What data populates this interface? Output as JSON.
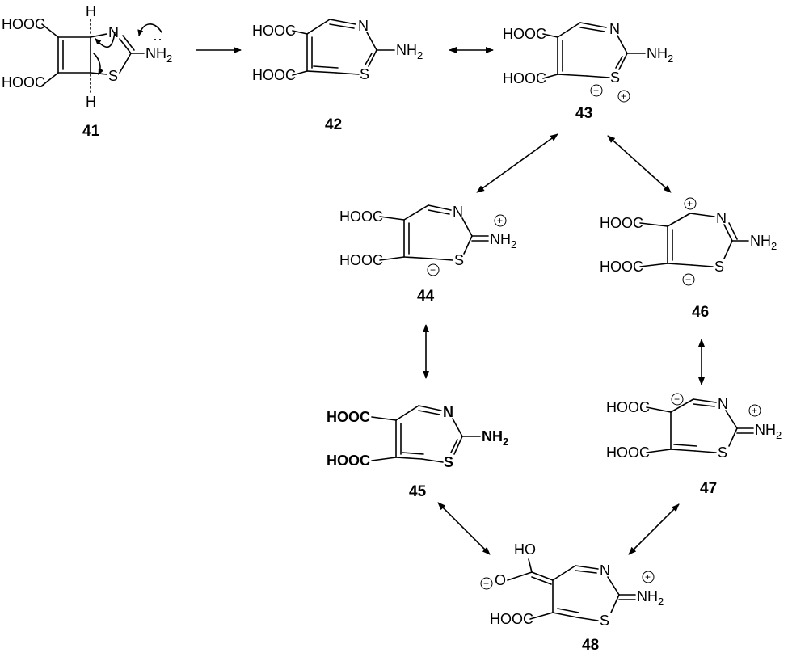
{
  "labels": {
    "hooc": "HOOC",
    "n": "N",
    "s": "S",
    "nh": "NH",
    "sub2": "2",
    "h": "H",
    "ho": "HO",
    "o": "O"
  },
  "compounds": {
    "c41": "41",
    "c42": "42",
    "c43": "43",
    "c44": "44",
    "c45": "45",
    "c46": "46",
    "c47": "47",
    "c48": "48"
  },
  "charges": {
    "plus": "+",
    "minus": "−",
    "lone_pair": "··"
  }
}
